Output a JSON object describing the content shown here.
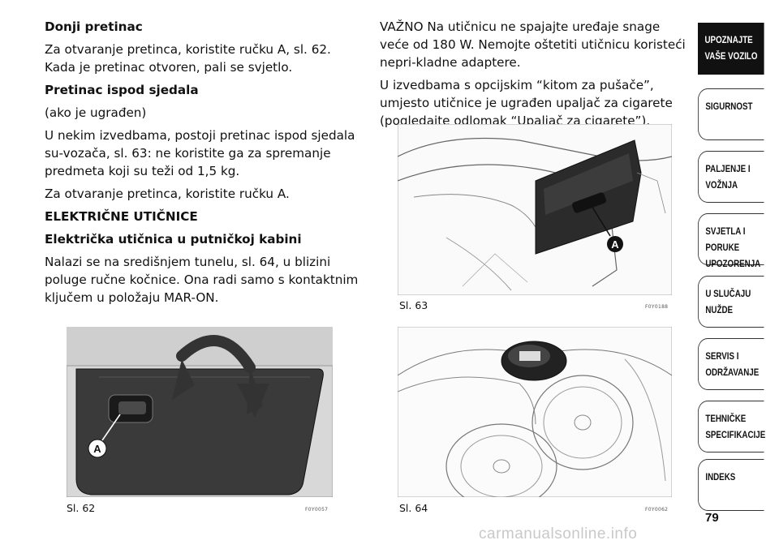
{
  "left_column": {
    "h1": "Donji pretinac",
    "p1": "Za otvaranje pretinca, koristite ručku A, sl. 62. Kada je pretinac otvoren, pali se svjetlo.",
    "h2": "Pretinac ispod sjedala",
    "p2": "(ako je ugrađen)",
    "p3": "U nekim izvedbama, postoji pretinac ispod sjedala su-vozača, sl. 63: ne koristite ga za spremanje predmeta koji su teži od 1,5 kg.",
    "p4": "Za otvaranje pretinca, koristite ručku A.",
    "h3": "ELEKTRIČNE UTIČNICE",
    "h4": "Električka utičnica u putničkoj kabini",
    "p5": "Nalazi se na središnjem tunelu, sl. 64, u blizini poluge ručne kočnice. Ona radi samo s kontaktnim ključem u položaju MAR-ON."
  },
  "right_column": {
    "p1": "VAŽNO Na utičnicu ne spajajte uređaje snage veće od 180 W. Nemojte oštetiti utičnicu koristeći nepri-kladne adaptere.",
    "p2": "U izvedbama s opcijskim “kitom za pušače”, umjesto utičnice je ugrađen upaljač za cigarete (pogledajte odlomak “Upaljač za cigarete”)."
  },
  "figures": {
    "fig62": {
      "caption": "Sl. 62",
      "code": "F0Y0057",
      "label": "A"
    },
    "fig63": {
      "caption": "Sl. 63",
      "code": "F0Y0188",
      "label": "A"
    },
    "fig64": {
      "caption": "Sl. 64",
      "code": "F0Y0062"
    }
  },
  "sidebar": {
    "tabs": [
      {
        "line1": "UPOZNAJTE",
        "line2": "VAŠE VOZILO",
        "active": true
      },
      {
        "line1": "SIGURNOST",
        "line2": ""
      },
      {
        "line1": "PALJENJE I",
        "line2": "VOŽNJA"
      },
      {
        "line1": "SVJETLA I PORUKE",
        "line2": "UPOZORENJA"
      },
      {
        "line1": "U SLUČAJU",
        "line2": "NUŽDE"
      },
      {
        "line1": "SERVIS I",
        "line2": "ODRŽAVANJE"
      },
      {
        "line1": "TEHNIČKE",
        "line2": "SPECIFIKACIJE"
      },
      {
        "line1": "INDEKS",
        "line2": ""
      }
    ]
  },
  "page_number": "79",
  "watermark": "carmanualsonline.info"
}
